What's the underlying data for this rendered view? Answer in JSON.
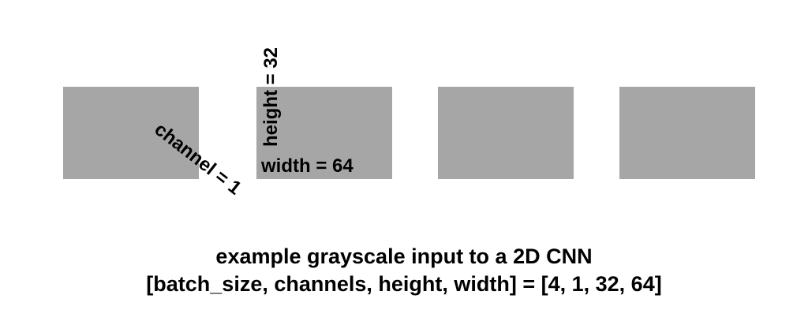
{
  "diagram": {
    "tile_color": "#a6a6a6",
    "tiles": [
      {
        "id": "tile-1"
      },
      {
        "id": "tile-2"
      },
      {
        "id": "tile-3"
      },
      {
        "id": "tile-4"
      }
    ],
    "labels": {
      "height": "height = 32",
      "width": "width = 64",
      "channel": "channel = 1"
    },
    "caption": {
      "line1": "example grayscale input to a 2D CNN",
      "line2": "[batch_size, channels, height, width] = [4, 1, 32, 64]"
    }
  }
}
